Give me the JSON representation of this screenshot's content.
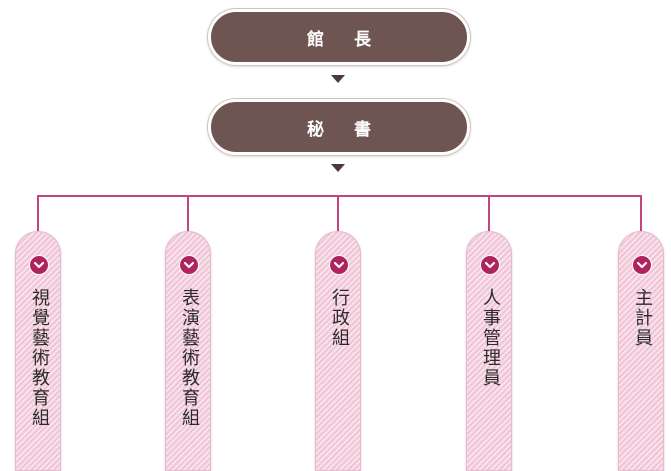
{
  "org_chart": {
    "director": {
      "label": "館長"
    },
    "secretary": {
      "label": "秘書"
    },
    "divisions": [
      {
        "label": "視覺藝術教育組"
      },
      {
        "label": "表演藝術教育組"
      },
      {
        "label": "行政組"
      },
      {
        "label": "人事管理員"
      },
      {
        "label": "主計員"
      }
    ]
  },
  "colors": {
    "pill": "#6f5551",
    "connector": "#c2467e",
    "division_fill": "#f6d4e2",
    "badge": "#b0245d"
  },
  "icons": {
    "badge_icon": "chevron-down-icon",
    "arrow_icon": "arrow-down-icon"
  }
}
